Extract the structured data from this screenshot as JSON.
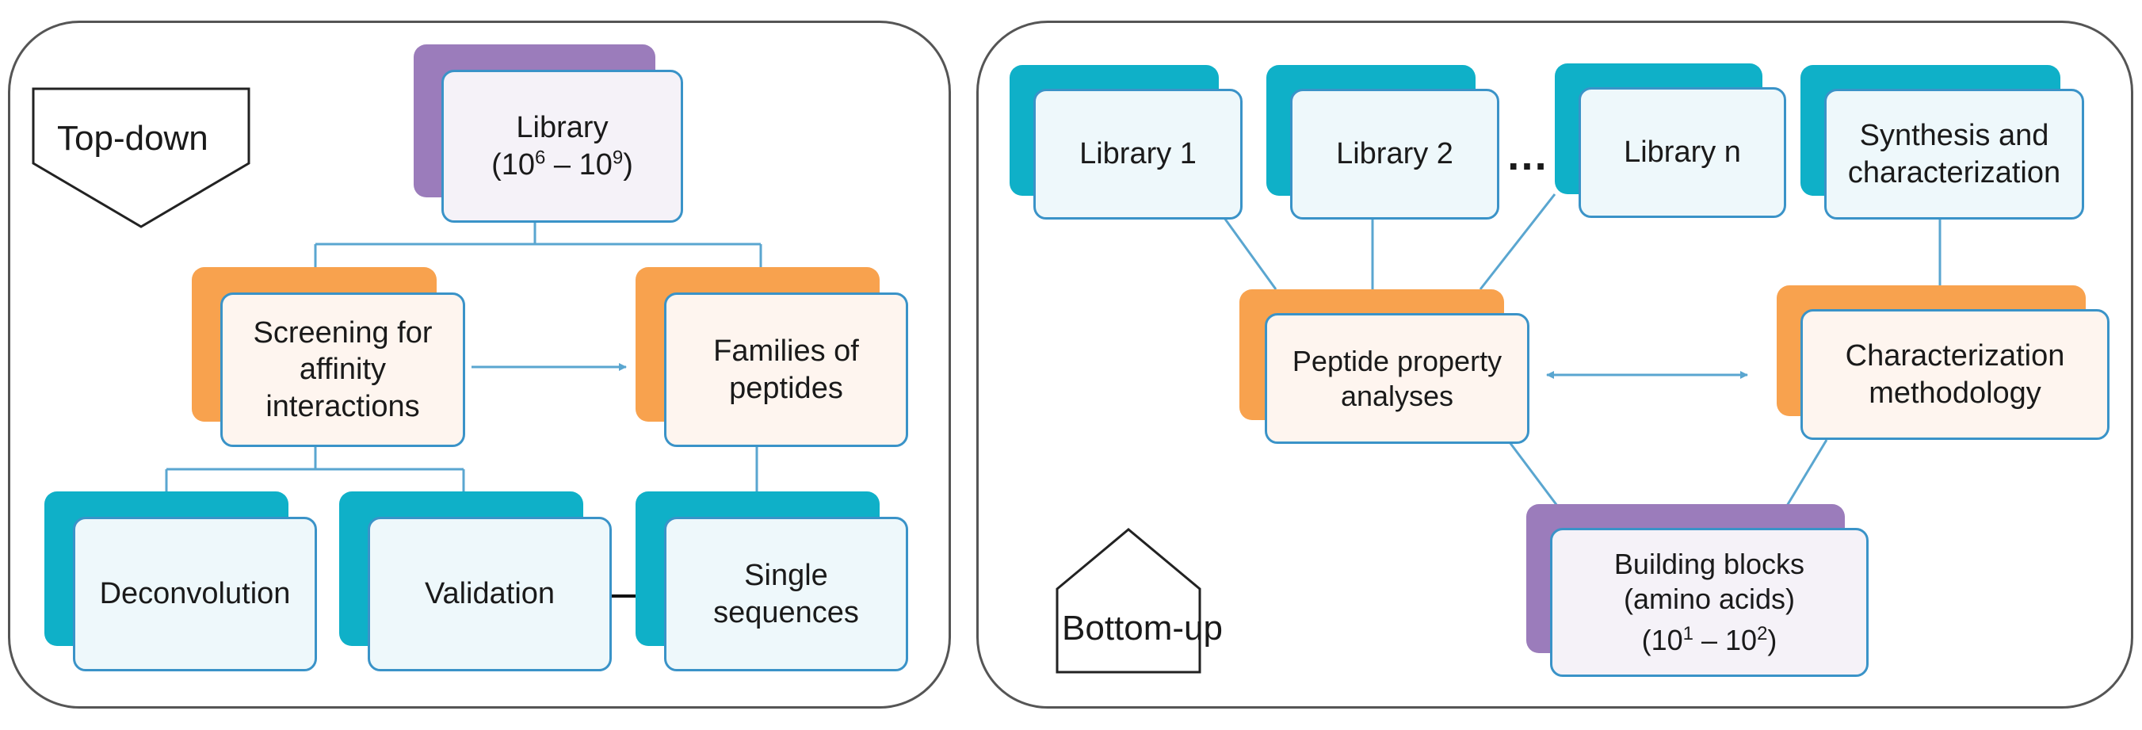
{
  "top_down": {
    "tag": "Top-down",
    "library": {
      "title": "Library",
      "range": {
        "open": "(",
        "base1": "10",
        "exp1": "6",
        "dash": " – ",
        "base2": "10",
        "exp2": "9",
        "close": ")"
      }
    },
    "screening": [
      "Screening for",
      "affinity",
      "interactions"
    ],
    "families": [
      "Families of",
      "peptides"
    ],
    "deconvolution": "Deconvolution",
    "validation": "Validation",
    "single": [
      "Single",
      "sequences"
    ]
  },
  "bottom_up": {
    "tag": "Bottom-up",
    "library1": "Library 1",
    "library2": "Library 2",
    "ellipsis": "…",
    "library_n": "Library n",
    "synthesis": [
      "Synthesis and",
      "characterization"
    ],
    "peptide_analyses": [
      "Peptide property",
      "analyses"
    ],
    "char_method": [
      "Characterization",
      "methodology"
    ],
    "building_blocks": {
      "line1": "Building blocks",
      "line2": "(amino acids)",
      "range": {
        "open": "(",
        "base1": "10",
        "exp1": "1",
        "dash": " – ",
        "base2": "10",
        "exp2": "2",
        "close": ")"
      }
    }
  },
  "colors": {
    "teal": "#0fb0c8",
    "orange": "#f8a24e",
    "purple": "#9b7cbb",
    "connector": "#5aa6d0",
    "box_border": "#3a93c8",
    "panel_border": "#555555",
    "black_arrow": "#111111"
  }
}
